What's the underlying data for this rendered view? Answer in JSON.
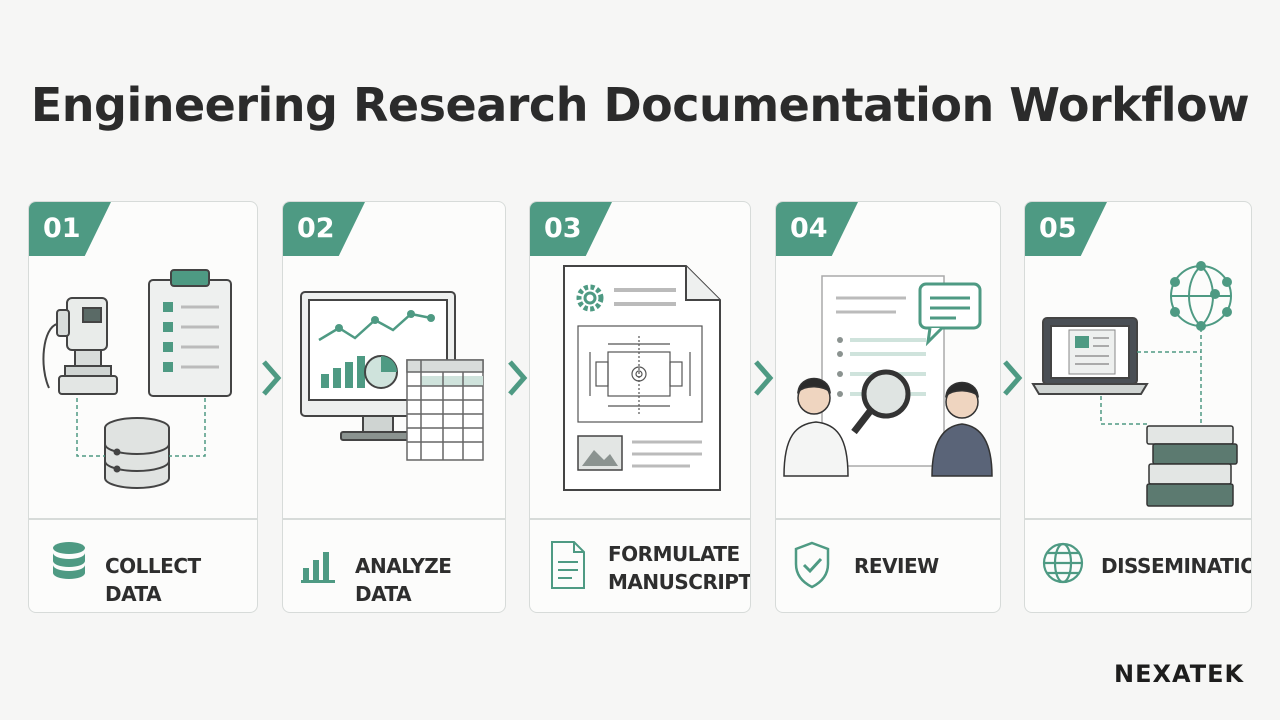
{
  "title": "Engineering Research Documentation Workflow",
  "accent_color": "#4e9a83",
  "steps": [
    {
      "number": "01",
      "label": "COLLECT DATA",
      "icon": "database-icon"
    },
    {
      "number": "02",
      "label": "ANALYZE DATA",
      "icon": "bar-chart-icon"
    },
    {
      "number": "03",
      "label": "FORMULATE MANUSCRIPT",
      "icon": "document-icon"
    },
    {
      "number": "04",
      "label": "REVIEW",
      "icon": "shield-check-icon"
    },
    {
      "number": "05",
      "label": "DISSEMINATION",
      "icon": "globe-icon"
    }
  ],
  "brand": "NEXATEK"
}
